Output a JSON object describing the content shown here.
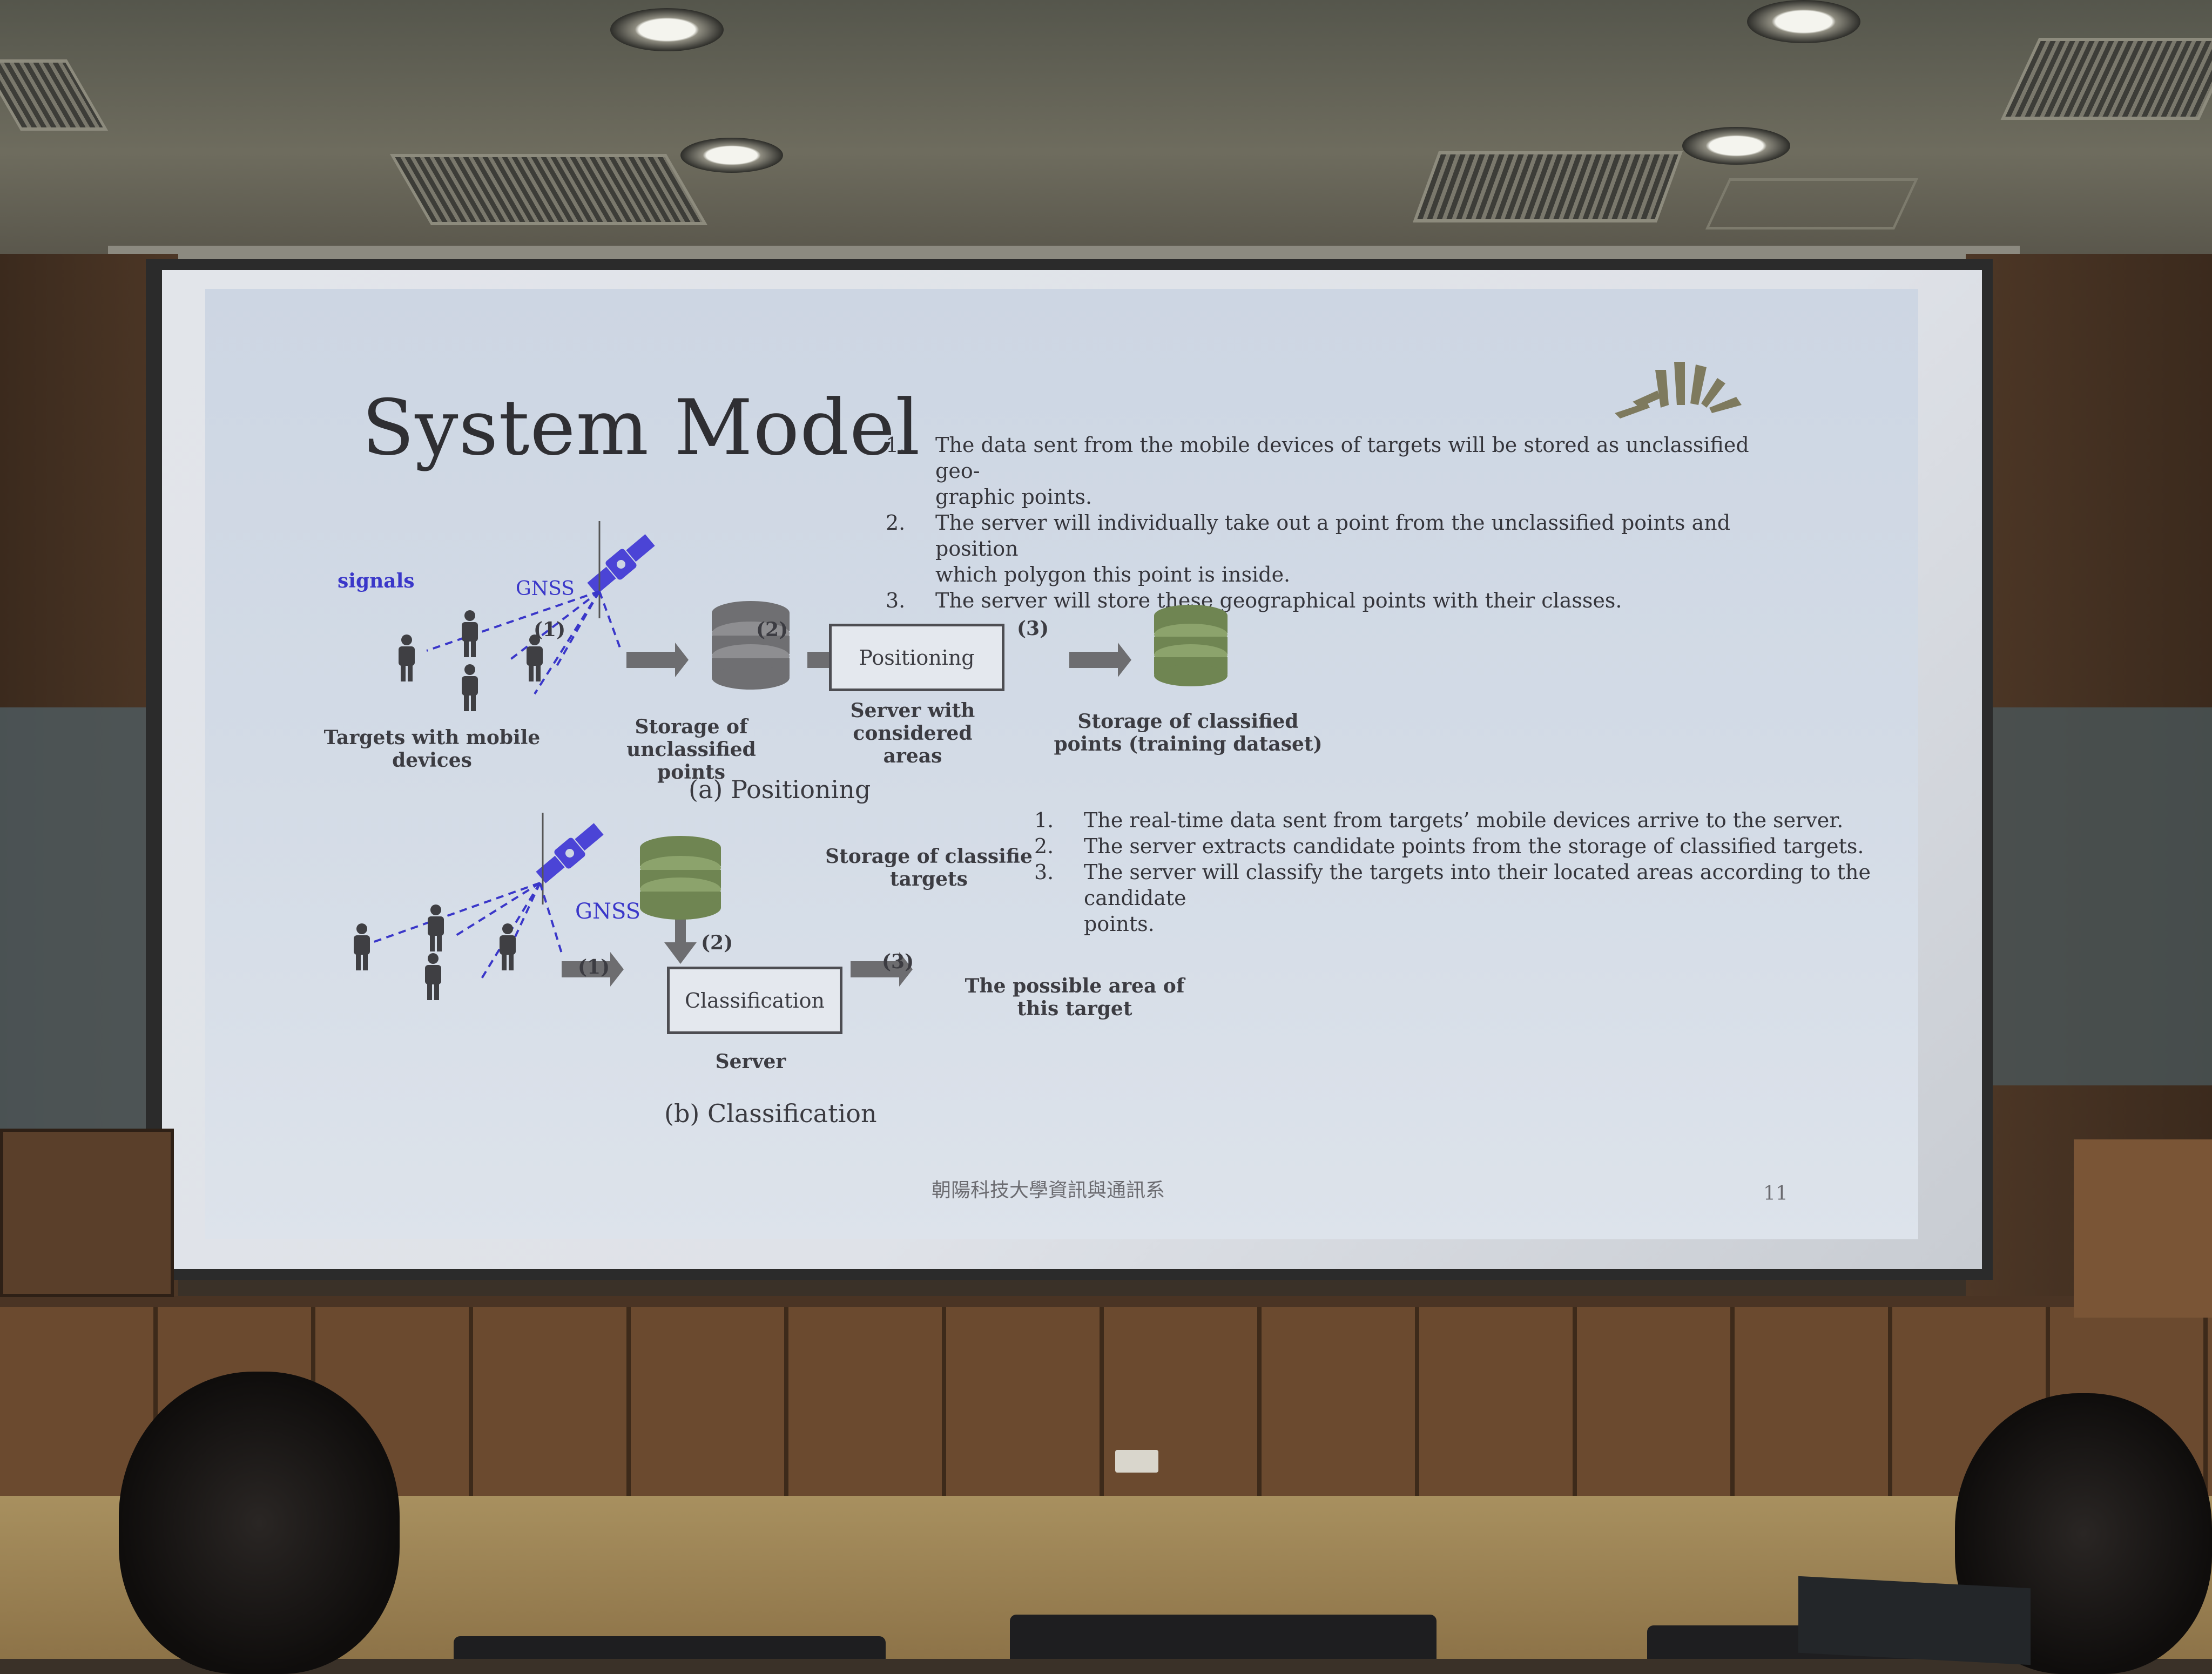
{
  "slide": {
    "title": "System Model",
    "page_number": "11",
    "footer": "朝陽科技大學資訊與通訊系",
    "positioning_steps": [
      {
        "num": "1.",
        "text": "The data sent from the mobile devices of targets will be stored as unclassified geo-",
        "cont": "graphic points."
      },
      {
        "num": "2.",
        "text": "The server will individually take out a point from the unclassified points and position",
        "cont": "which polygon this point is inside."
      },
      {
        "num": "3.",
        "text": "The server will store these geographical points with their classes.",
        "cont": ""
      }
    ],
    "classification_steps": [
      {
        "num": "1.",
        "text": "The real-time data sent from targets’ mobile devices arrive to the server.",
        "cont": ""
      },
      {
        "num": "2.",
        "text": "The server extracts candidate points from the storage of classified targets.",
        "cont": ""
      },
      {
        "num": "3.",
        "text": "The server will classify the targets into their located areas according to the candidate",
        "cont": "points."
      }
    ],
    "diagram_a": {
      "signals": "signals",
      "gnss": "GNSS",
      "targets_label": "Targets with mobile devices",
      "step1": "(1)",
      "step2": "(2)",
      "step3": "(3)",
      "unclassified_label_l1": "Storage of unclassified",
      "unclassified_label_l2": "points",
      "positioning_box": "Positioning",
      "server_label_l1": "Server with",
      "server_label_l2": "considered",
      "server_label_l3": "areas",
      "classified_label_l1": "Storage of classified",
      "classified_label_l2": "points (training dataset)",
      "caption": "(a) Positioning"
    },
    "diagram_b": {
      "gnss": "GNSS",
      "step1": "(1)",
      "step2": "(2)",
      "step3": "(3)",
      "storage_label_l1": "Storage of classifie",
      "storage_label_l2": "targets",
      "classification_box": "Classification",
      "server_label": "Server",
      "result_l1": "The possible area of",
      "result_l2": "this target",
      "caption": "(b) Classification"
    }
  },
  "colors": {
    "satellite": "#4b44d6",
    "db_gray": "#6f6f72",
    "db_green": "#6f8552",
    "arrow": "#6d6d70",
    "dash": "#3a37c9"
  }
}
